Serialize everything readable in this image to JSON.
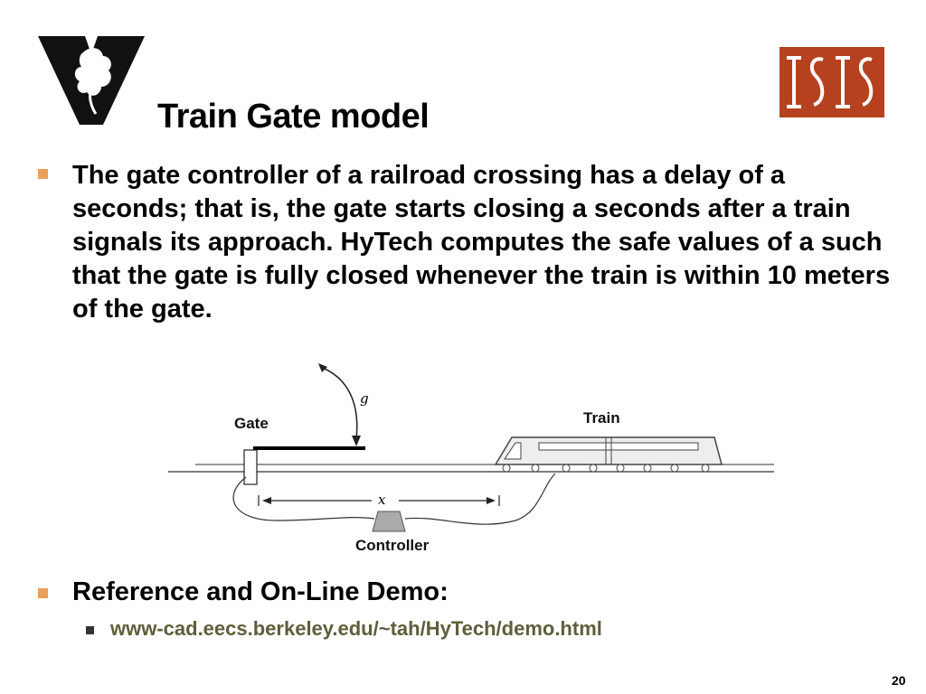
{
  "slide": {
    "title": "Train Gate model",
    "bullets": [
      "The gate controller of a railroad crossing has a delay of a seconds; that is, the gate starts closing a seconds after a train signals its approach. HyTech computes the safe values of a such that the gate is fully closed whenever the train is within 10 meters of the gate.",
      "Reference and On-Line Demo:"
    ],
    "sub_link": "www-cad.eecs.berkeley.edu/~tah/HyTech/demo.html",
    "page_number": "20"
  },
  "diagram": {
    "gate_label": "Gate",
    "train_label": "Train",
    "controller_label": "Controller",
    "g_label": "g",
    "x_label": "x"
  },
  "colors": {
    "bullet": "#e8a05a",
    "isis_logo": "#b5411e",
    "link": "#5f5e3a"
  }
}
